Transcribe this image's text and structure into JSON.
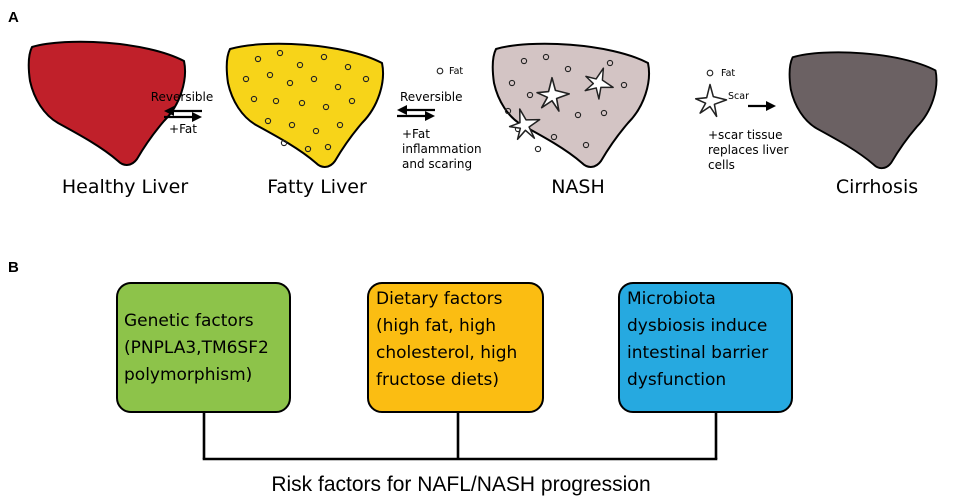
{
  "panel_a": {
    "letter": "A",
    "stages": {
      "healthy": "Healthy Liver",
      "fatty": "Fatty Liver",
      "nash": "NASH",
      "cirrhosis": "Cirrhosis"
    },
    "transition_1": {
      "top": "Reversible",
      "bottom": "+Fat"
    },
    "transition_2": {
      "legend_fat": "Fat",
      "top": "Reversible",
      "bottom_lines": [
        "+Fat",
        "inflammation",
        "and scaring"
      ]
    },
    "transition_3": {
      "legend_fat": "Fat",
      "legend_scar": "Scar",
      "bottom_lines": [
        "+scar tissue",
        "replaces liver",
        "cells"
      ]
    },
    "colors": {
      "healthy": "#c0202a",
      "fatty": "#f7d419",
      "nash": "#d3c4c4",
      "cirrhosis": "#6b6163"
    }
  },
  "panel_b": {
    "letter": "B",
    "boxes": [
      {
        "lines": [
          "Genetic factors",
          "(PNPLA3,TM6SF2",
          "polymorphism)"
        ],
        "color": "#8dc34a"
      },
      {
        "lines": [
          "Dietary factors",
          "(high fat, high",
          "cholesterol, high",
          "fructose diets)"
        ],
        "color": "#fbbd12"
      },
      {
        "lines": [
          "Microbiota",
          "dysbiosis induce",
          "intestinal barrier",
          "dysfunction"
        ],
        "color": "#26a9e0"
      }
    ],
    "footer": "Risk factors for NAFL/NASH progression"
  }
}
